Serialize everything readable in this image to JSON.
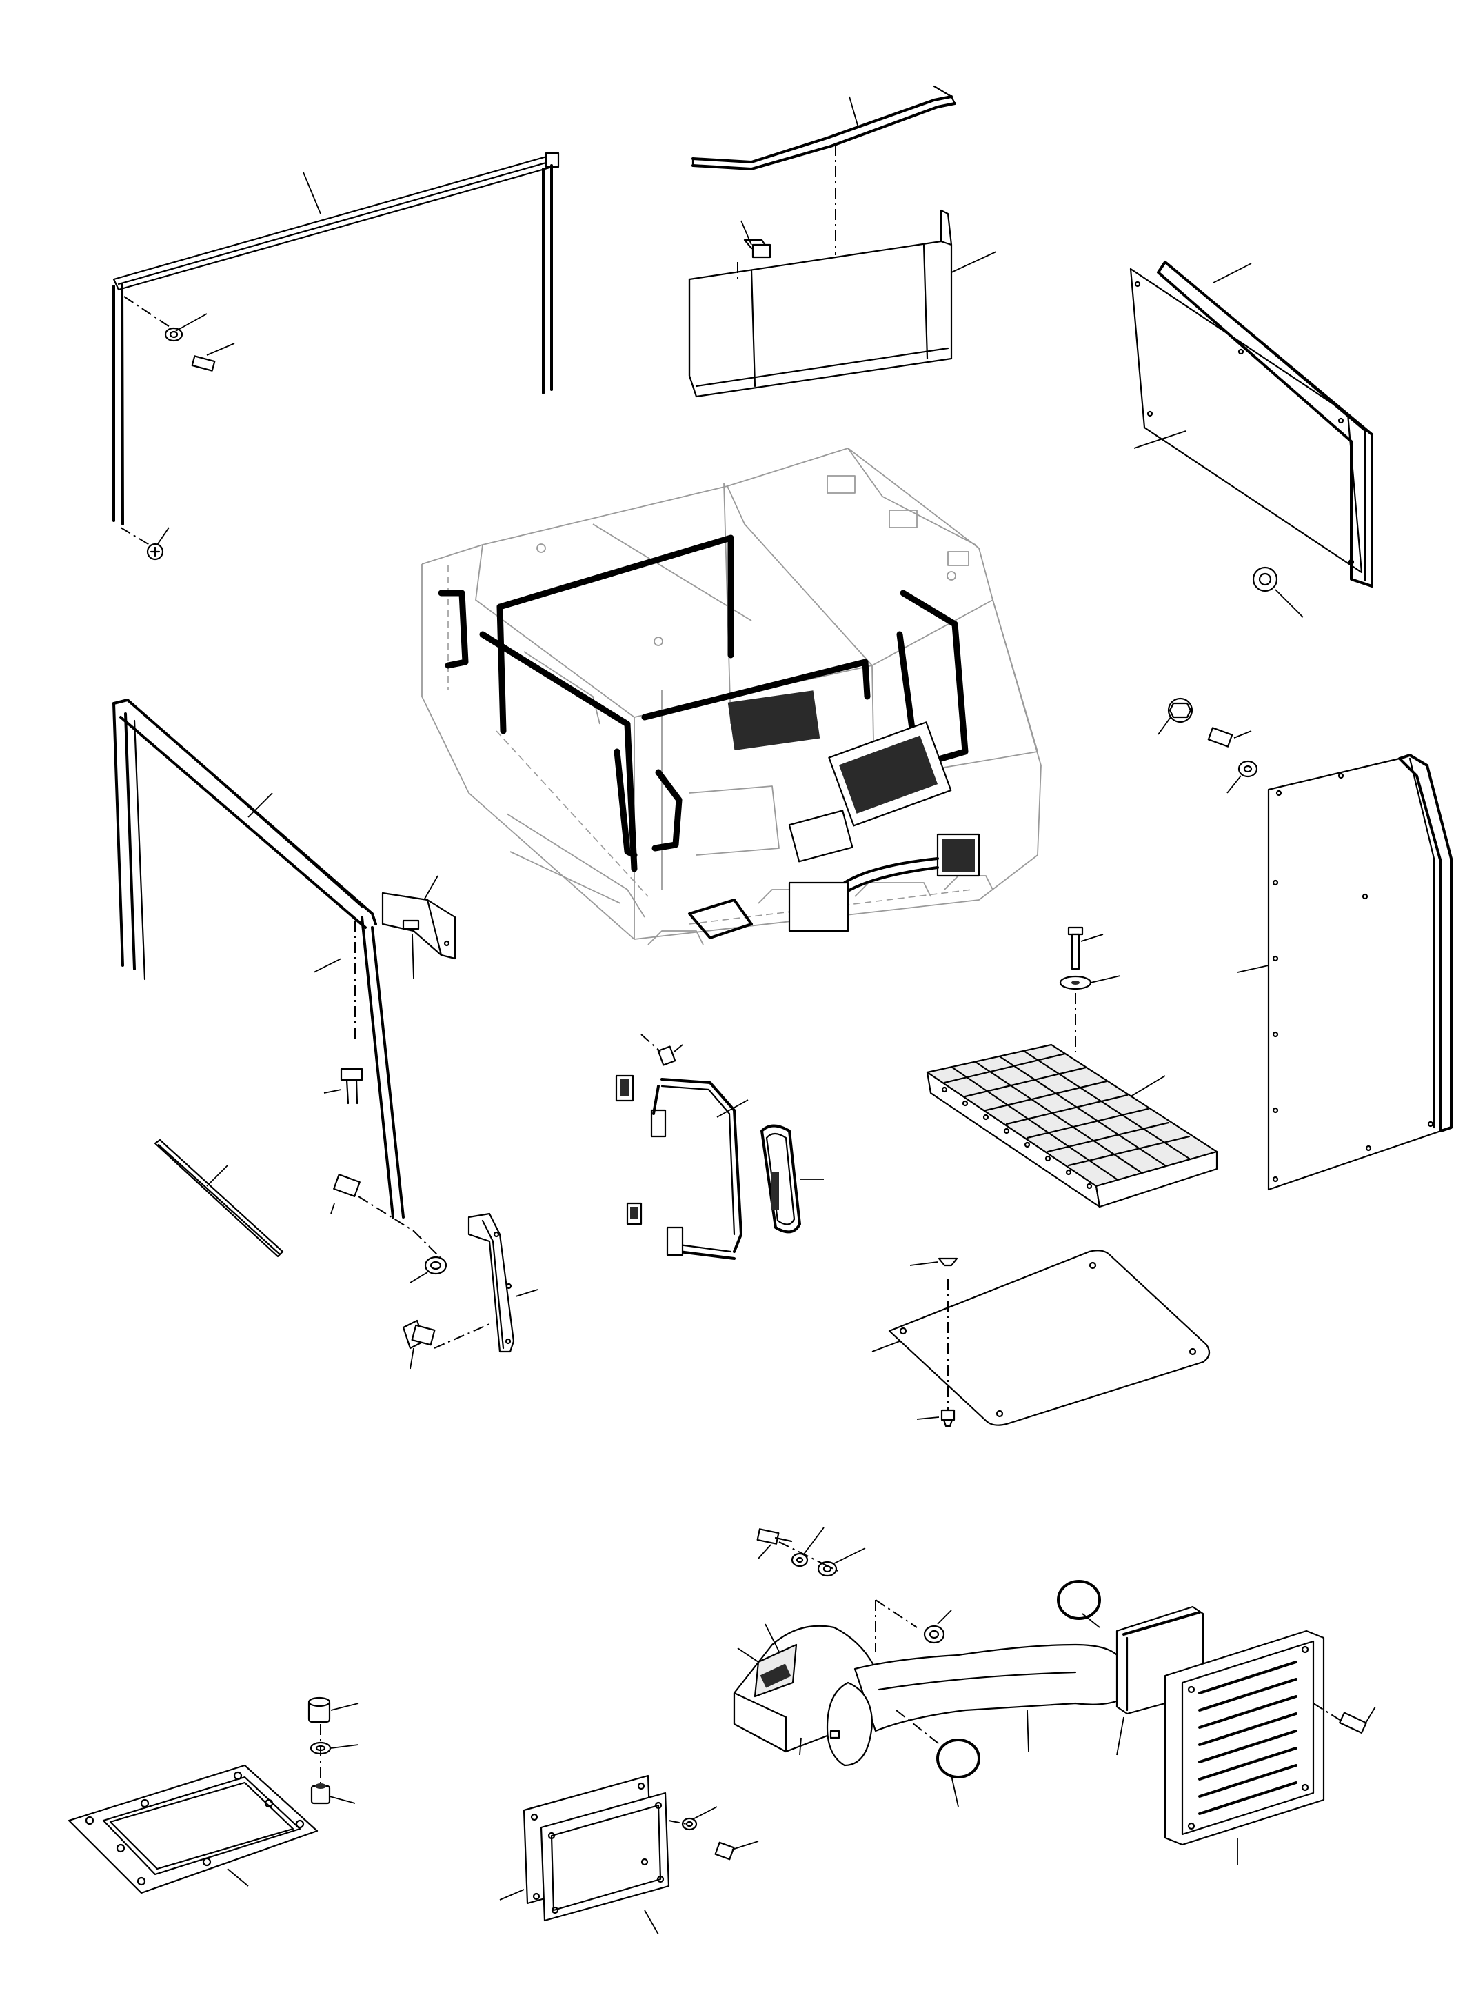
{
  "figure": {
    "colors": {
      "line": "#000000",
      "ghost": "#9a9a9a",
      "background": "#ffffff"
    },
    "components": [
      "cab-assembly",
      "front-upper-frame-seal",
      "roof-rear-trim",
      "rear-upper-cover",
      "right-side-panel",
      "right-side-seal",
      "left-door-frame-seal",
      "hinge-bracket",
      "door-strip",
      "lower-door-bracket",
      "mirror-bracket",
      "mirror",
      "step-plate",
      "right-rear-panel",
      "floor-cover-plate",
      "air-duct-assembly",
      "heater-grille",
      "floor-access-cover",
      "inspection-cover"
    ]
  }
}
